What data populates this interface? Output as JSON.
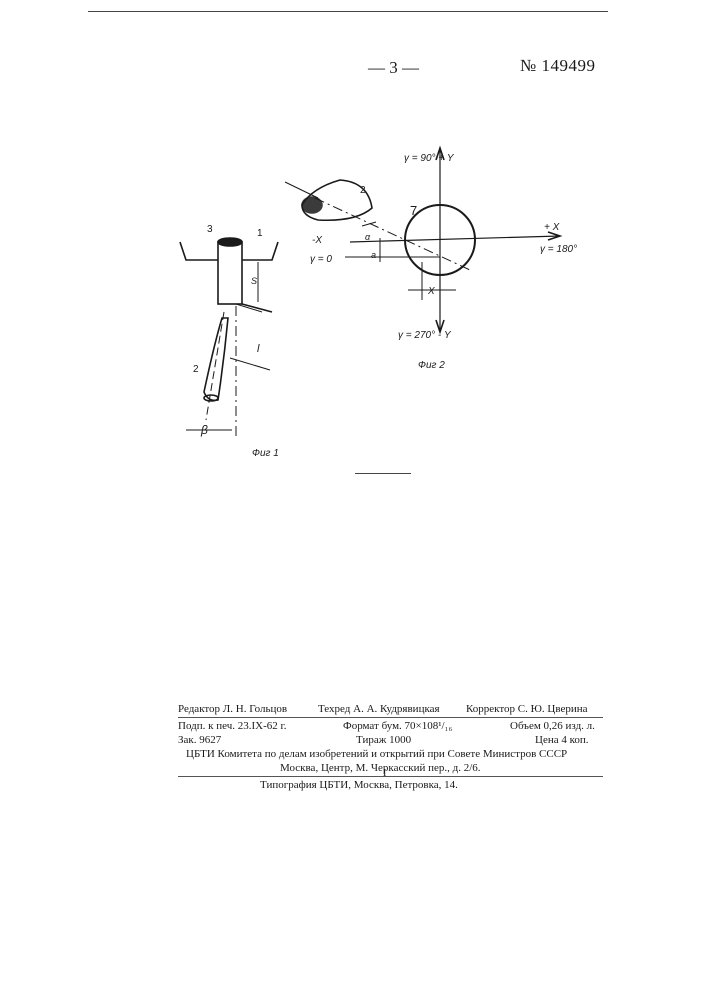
{
  "header": {
    "page_number": "— 3 —",
    "patent_number": "№ 149499"
  },
  "figure1": {
    "caption": "Фиг 1",
    "labels": {
      "part1": "1",
      "part2": "2",
      "part3": "3",
      "s": "S",
      "l": "l",
      "beta": "β"
    }
  },
  "figure2": {
    "caption": "Фиг 2",
    "labels": {
      "part7": "7",
      "part2": "2",
      "gamma90": "γ = 90° + Y",
      "gamma180": "γ = 180°",
      "gamma270": "γ = 270° - Y",
      "gamma0": "γ = 0",
      "plus_x": "+ X",
      "minus_x": "-X",
      "x": "X",
      "a": "a",
      "alpha": "α"
    }
  },
  "colophon": {
    "editor": "Редактор Л. Н. Гольцов",
    "techred": "Техред А. А. Кудрявицкая",
    "corrector": "Корректор С. Ю. Цверина",
    "signed": "Подп. к печ. 23.IX-62 г.",
    "format": "Формат бум. 70×108¹/₁₆",
    "volume": "Объем 0,26 изд. л.",
    "order": "Зак. 9627",
    "print_run": "Тираж 1000",
    "price": "Цена 4 коп.",
    "org": "ЦБТИ Комитета по делам изобретений и открытий при Совете Министров СССР",
    "address": "Москва, Центр, М. Черкасский пер., д. 2/6.",
    "printer": "Типография ЦБТИ, Москва, Петровка, 14."
  },
  "footer": {
    "mark": "I"
  }
}
